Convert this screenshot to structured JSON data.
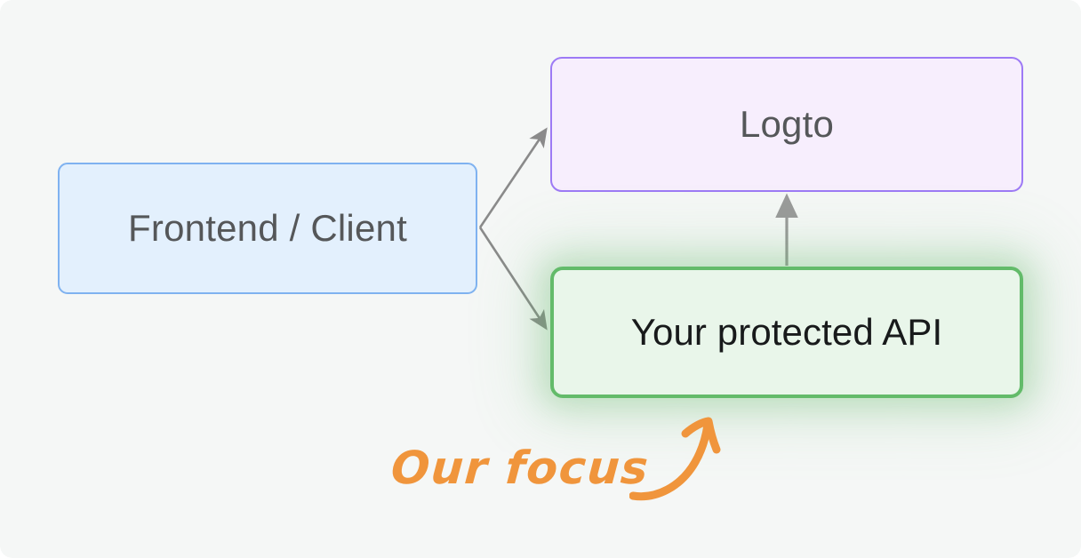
{
  "diagram": {
    "background_color": "#f5f7f6",
    "nodes": [
      {
        "id": "frontend",
        "label": "Frontend / Client",
        "fill": "#e3f0fd",
        "border": "#7fb2f0",
        "text_color": "#555759"
      },
      {
        "id": "logto",
        "label": "Logto",
        "fill": "#f7eefd",
        "border": "#9d7af5",
        "text_color": "#555759"
      },
      {
        "id": "protected-api",
        "label": "Your protected API",
        "fill": "#e9f6ea",
        "border": "#63bb6a",
        "text_color": "#181a1b",
        "highlighted": true,
        "glow_color": "#63bb6a"
      }
    ],
    "edges": [
      {
        "from": "frontend",
        "to": "logto",
        "color": "#8a8a8a",
        "style": "solid-arrow"
      },
      {
        "from": "frontend",
        "to": "protected-api",
        "color": "#8a8a8a",
        "style": "solid-arrow"
      },
      {
        "from": "protected-api",
        "to": "logto",
        "color": "#9a9a9a",
        "style": "solid-arrow"
      }
    ],
    "annotation": {
      "text": "Our focus",
      "color": "#f0953c",
      "points_to": "protected-api",
      "arrow_style": "hand-drawn-curve"
    }
  }
}
